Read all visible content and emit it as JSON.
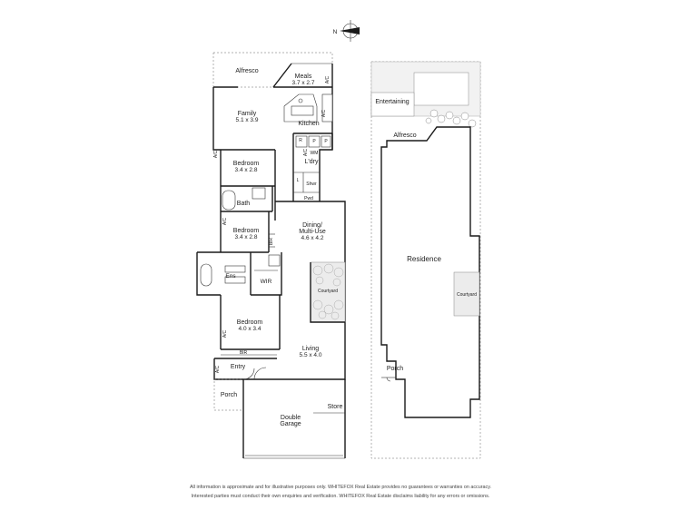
{
  "compass": {
    "label": "N"
  },
  "ground_floor": {
    "rooms": {
      "alfresco": "Alfresco",
      "meals": "Meals",
      "meals_dim": "3.7 x 2.7",
      "family": "Family",
      "family_dim": "5.1 x 3.9",
      "kitchen": "Kitchen",
      "bedroom1": "Bedroom",
      "bedroom1_dim": "3.4 x 2.8",
      "bath": "Bath",
      "bedroom2": "Bedroom",
      "bedroom2_dim": "3.4 x 2.8",
      "ldry": "L'dry",
      "shwr": "Shwr",
      "pwd": "Pwd",
      "dining": "Dining/",
      "dining2": "Multi-Use",
      "dining_dim": "4.6 x 4.2",
      "ens": "Ens",
      "wir": "WIR",
      "courtyard": "Courtyard",
      "bedroom3": "Bedroom",
      "bedroom3_dim": "4.0 x 3.4",
      "bir1": "BIR",
      "bir2": "BIR",
      "living": "Living",
      "living_dim": "5.5 x 4.0",
      "entry": "Entry",
      "porch": "Porch",
      "store": "Store",
      "garage": "Double",
      "garage2": "Garage",
      "ac1": "A/C",
      "ac2": "A/C",
      "ac3": "A/C",
      "ac4": "A/C",
      "ac5": "A/C",
      "ac6": "A/C",
      "ac7": "A/C",
      "r": "R",
      "p": "P",
      "p2": "P",
      "wm": "WM",
      "l": "L"
    }
  },
  "site_plan": {
    "entertaining": "Entertaining",
    "alfresco": "Alfresco",
    "residence": "Residence",
    "courtyard": "Courtyard",
    "porch": "Porch"
  },
  "disclaimer": {
    "line1": "All information is approximate and for illustrative purposes only. WHITEFOX Real Estate provides no guarantees or warranties on accuracy.",
    "line2": "Interested parties must conduct their own enquiries and verification. WHITEFOX Real Estate disclaims liability for any errors or omissions."
  }
}
